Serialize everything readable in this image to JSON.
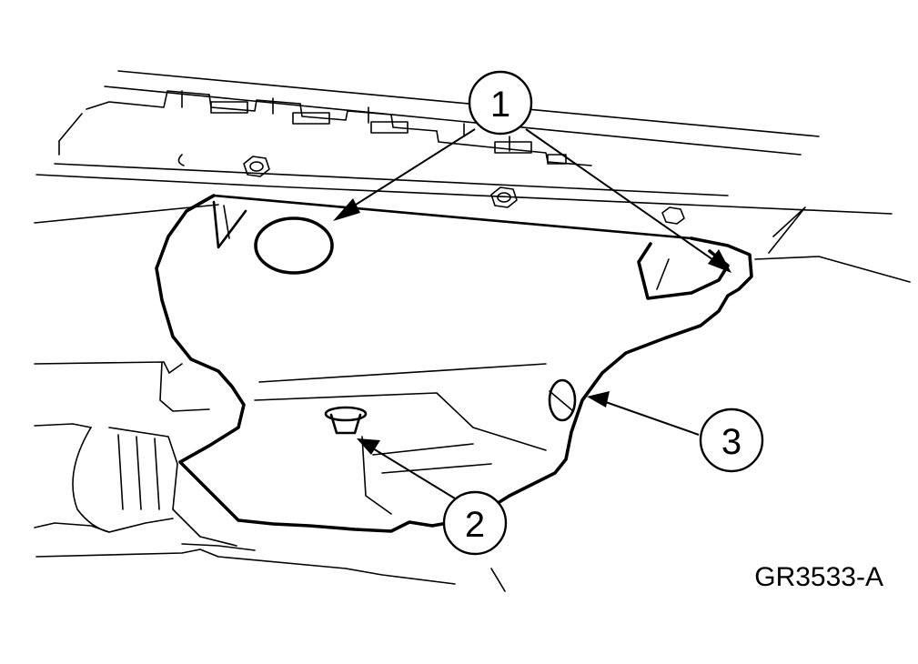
{
  "figure": {
    "id": "GR3533-A"
  },
  "callouts": [
    {
      "label": "1"
    },
    {
      "label": "2"
    },
    {
      "label": "3"
    }
  ]
}
